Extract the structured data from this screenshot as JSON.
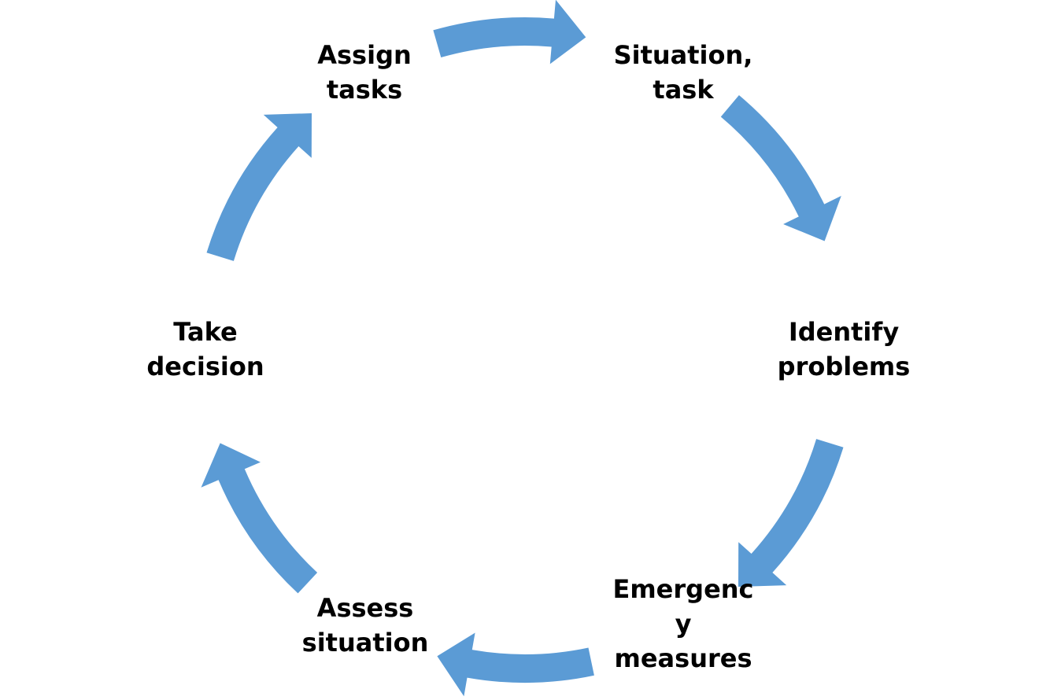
{
  "diagram": {
    "colors": {
      "arrow": "#5b9bd5",
      "text": "#000000",
      "background": "#ffffff"
    },
    "nodes": [
      {
        "id": "situation-task",
        "lines": [
          "Situation,",
          "task"
        ]
      },
      {
        "id": "identify-problems",
        "lines": [
          "Identify",
          "problems"
        ]
      },
      {
        "id": "emergency-measures",
        "lines": [
          "Emergenc",
          "y",
          "measures"
        ]
      },
      {
        "id": "assess-situation",
        "lines": [
          "Assess",
          "situation"
        ]
      },
      {
        "id": "take-decision",
        "lines": [
          "Take",
          "decision"
        ]
      },
      {
        "id": "assign-tasks",
        "lines": [
          "Assign",
          "tasks"
        ]
      }
    ],
    "arrows": [
      {
        "from": "assign-tasks",
        "to": "situation-task"
      },
      {
        "from": "situation-task",
        "to": "identify-problems"
      },
      {
        "from": "identify-problems",
        "to": "emergency-measures"
      },
      {
        "from": "emergency-measures",
        "to": "assess-situation"
      },
      {
        "from": "assess-situation",
        "to": "take-decision"
      },
      {
        "from": "take-decision",
        "to": "assign-tasks"
      }
    ]
  }
}
